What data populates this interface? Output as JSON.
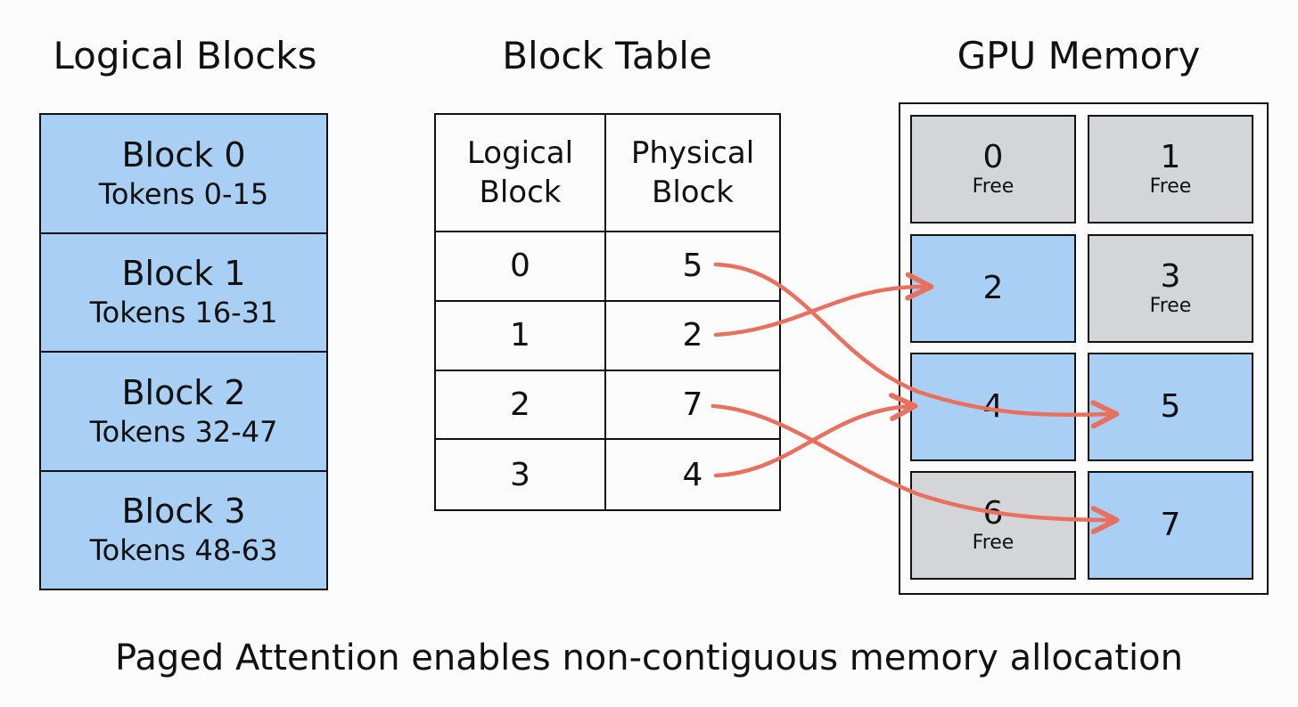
{
  "titles": {
    "logical": "Logical Blocks",
    "table": "Block Table",
    "gpu": "GPU Memory"
  },
  "logical_blocks": [
    {
      "name": "Block 0",
      "tokens": "Tokens 0-15"
    },
    {
      "name": "Block 1",
      "tokens": "Tokens 16-31"
    },
    {
      "name": "Block 2",
      "tokens": "Tokens 32-47"
    },
    {
      "name": "Block 3",
      "tokens": "Tokens 48-63"
    }
  ],
  "block_table": {
    "headers": [
      "Logical Block",
      "Physical Block"
    ],
    "rows": [
      {
        "logical": "0",
        "physical": "5"
      },
      {
        "logical": "1",
        "physical": "2"
      },
      {
        "logical": "2",
        "physical": "7"
      },
      {
        "logical": "3",
        "physical": "4"
      }
    ]
  },
  "gpu_memory": {
    "free_label": "Free",
    "blocks": [
      {
        "id": "0",
        "state": "free"
      },
      {
        "id": "1",
        "state": "free"
      },
      {
        "id": "2",
        "state": "used"
      },
      {
        "id": "3",
        "state": "free"
      },
      {
        "id": "4",
        "state": "used"
      },
      {
        "id": "5",
        "state": "used"
      },
      {
        "id": "6",
        "state": "free"
      },
      {
        "id": "7",
        "state": "used"
      }
    ]
  },
  "colors": {
    "used": "#a9cff4",
    "free": "#d3d5d9",
    "arrow": "#e8705e"
  },
  "caption": "Paged Attention enables non-contiguous memory allocation"
}
